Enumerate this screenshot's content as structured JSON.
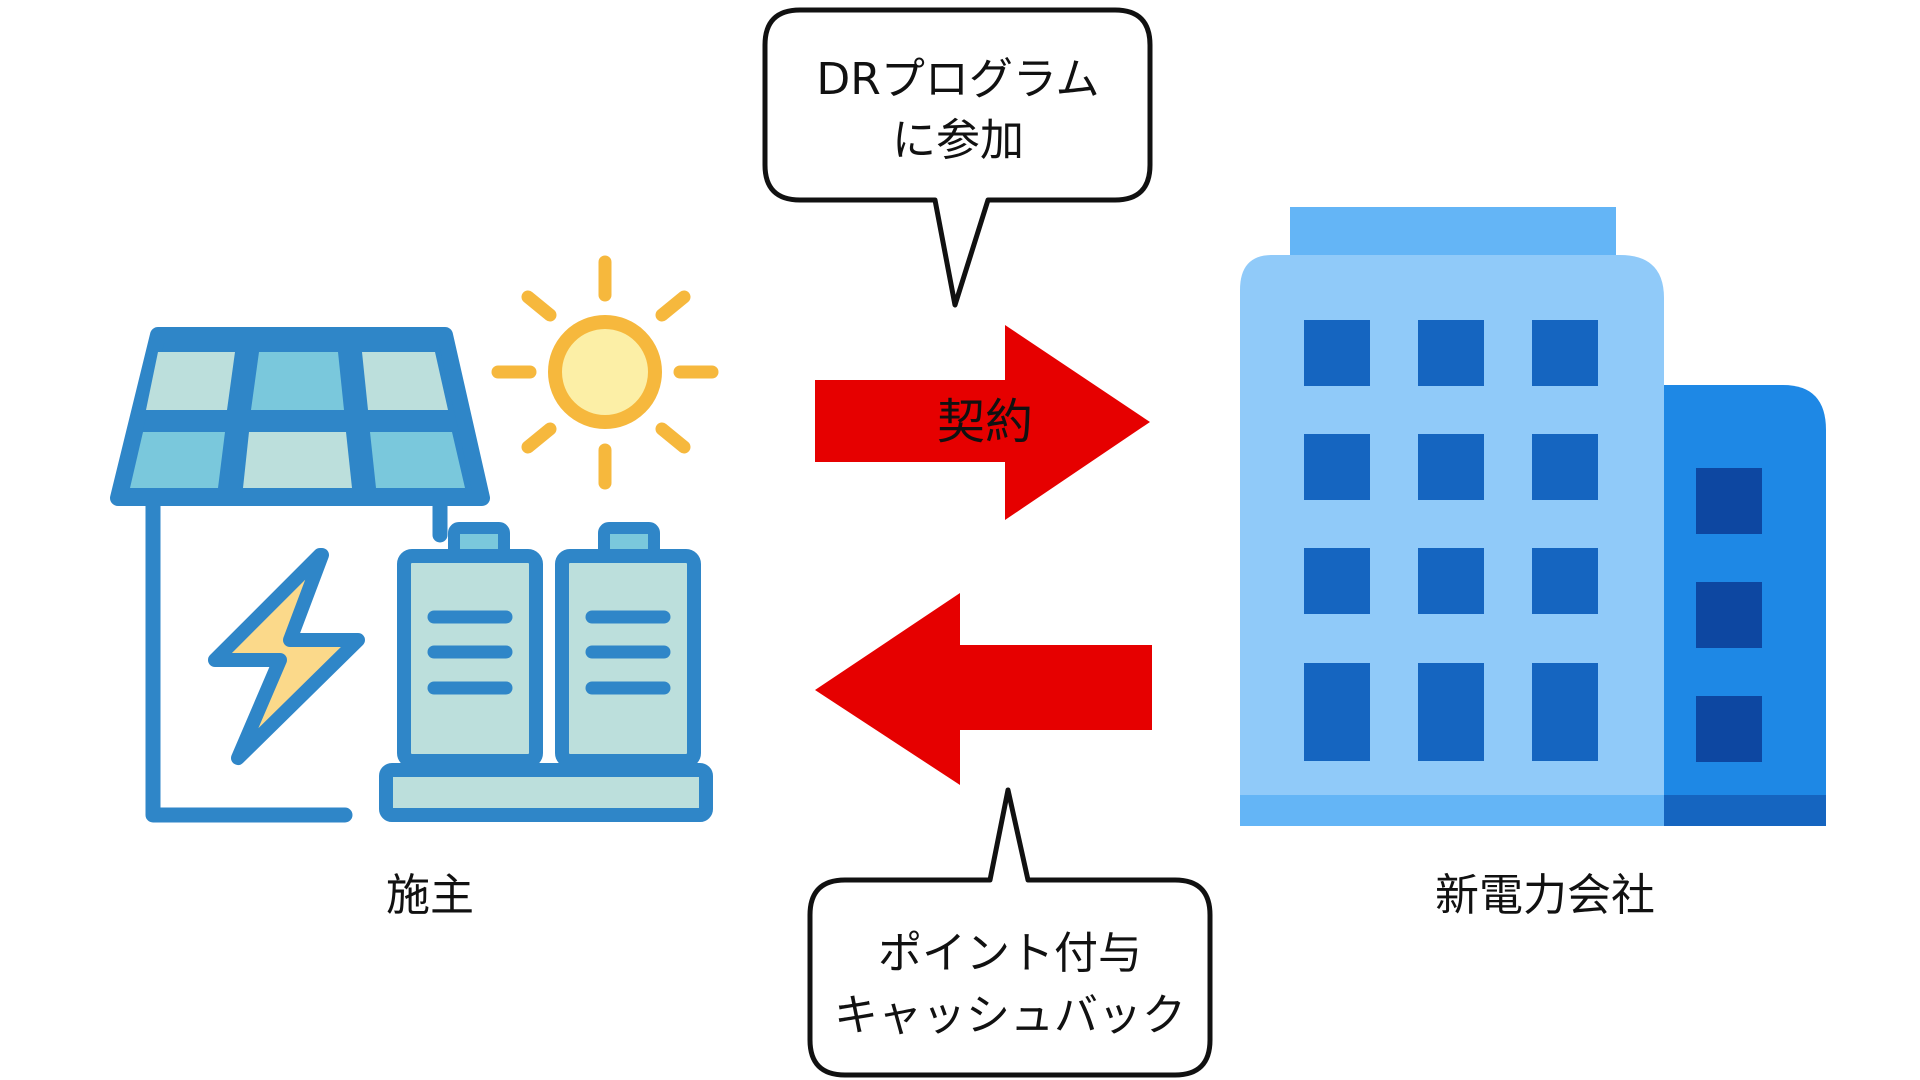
{
  "callouts": {
    "program_line1": "DRプログラム",
    "program_line2": "に参加",
    "reward_line1": "ポイント付与",
    "reward_line2": "キャッシュバック"
  },
  "arrows": {
    "contract_label": "契約"
  },
  "labels": {
    "owner": "施主",
    "company": "新電力会社"
  },
  "colors": {
    "arrow": "#e60000",
    "panel_frame": "#2f86c8",
    "panel_cell_light": "#bcdfdc",
    "panel_cell_blue": "#7ac8dc",
    "sun": "#f6b83d",
    "sun_core": "#fcefa6",
    "bolt_fill": "#fbd98a",
    "building_main": "#90caf9",
    "building_top": "#64b5f6",
    "building_side": "#1e88e5",
    "window": "#1565c0",
    "window_side": "#0d47a1"
  },
  "icons": [
    "solar-panel-icon",
    "sun-icon",
    "lightning-bolt-icon",
    "battery-icon",
    "office-building-icon"
  ]
}
